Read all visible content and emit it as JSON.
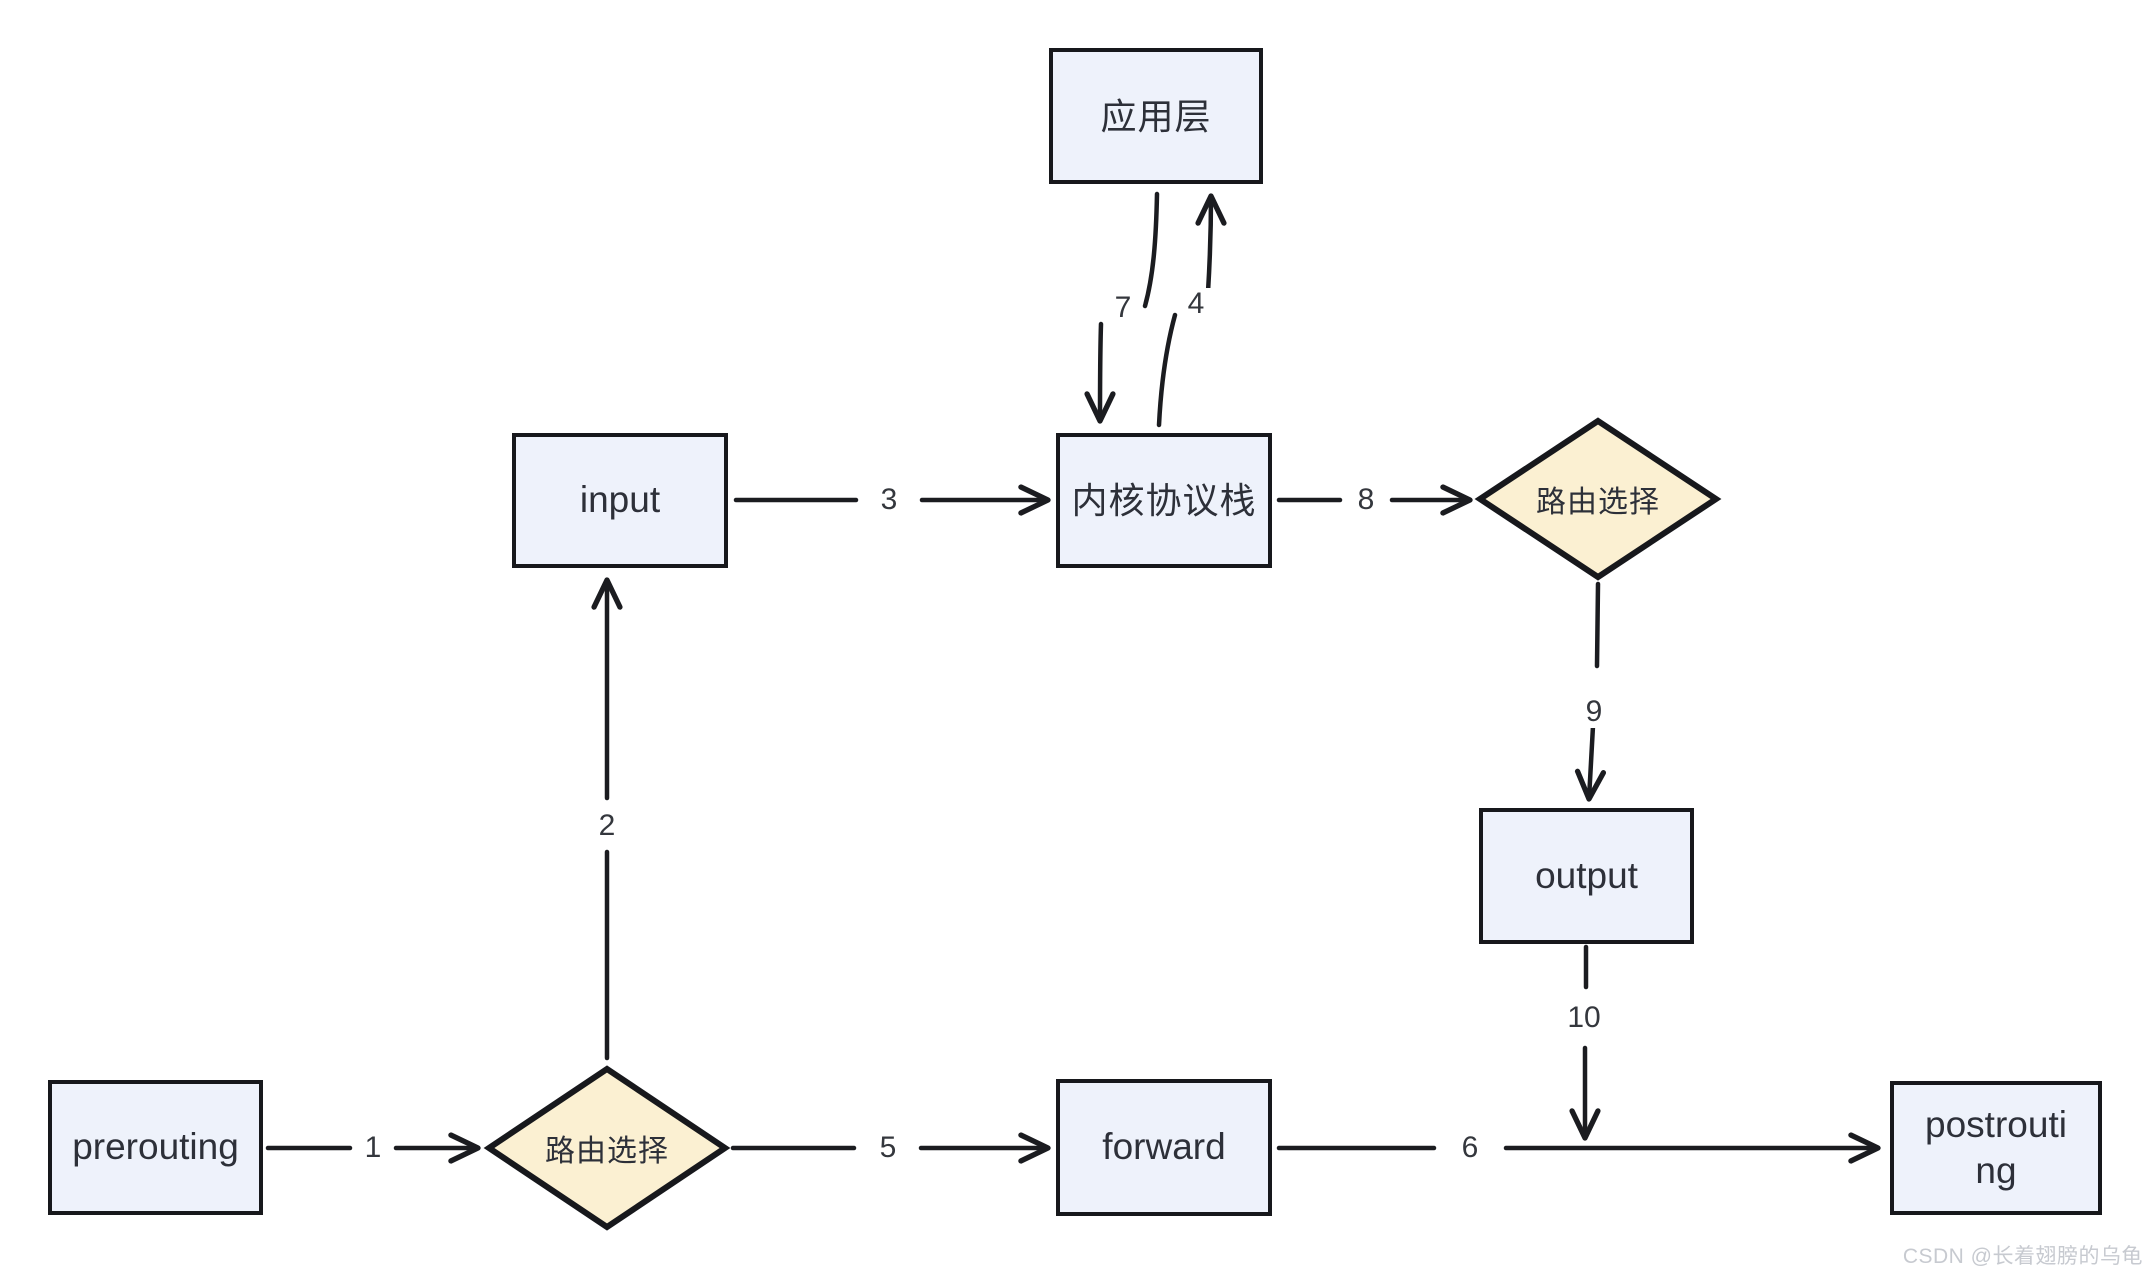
{
  "nodes": {
    "app_layer": "应用层",
    "input": "input",
    "kernel_stack": "内核协议栈",
    "route_select_top": "路由选择",
    "output": "output",
    "prerouting": "prerouting",
    "route_select_bottom": "路由选择",
    "forward": "forward",
    "postrouting": "postrouting"
  },
  "edges": {
    "e1": "1",
    "e2": "2",
    "e3": "3",
    "e4": "4",
    "e5": "5",
    "e6": "6",
    "e7": "7",
    "e8": "8",
    "e9": "9",
    "e10": "10"
  },
  "watermark": "CSDN @长着翅膀的乌龟",
  "colors": {
    "node_fill": "#eef2fb",
    "node_border": "#17181c",
    "diamond_fill": "#fbf0d2",
    "arrow": "#1b1c20",
    "node_text": "#2d3039",
    "edge_label_text": "#34373d",
    "watermark": "#c7cad0",
    "canvas_bg": "#ffffff"
  }
}
